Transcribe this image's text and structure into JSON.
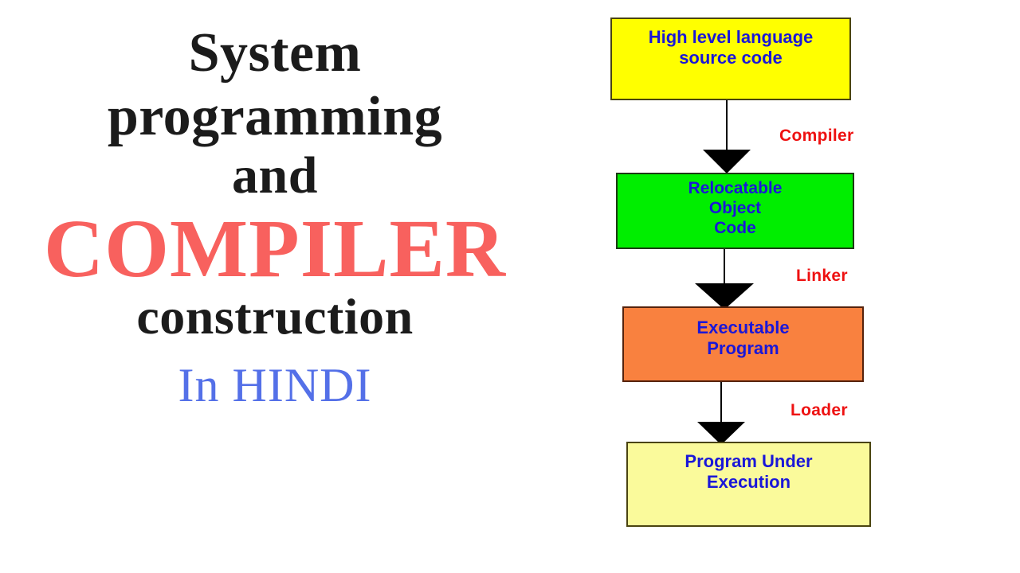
{
  "slide": {
    "background": "#ffffff",
    "title": {
      "line1": "System",
      "line2": "programming",
      "line3": "and",
      "highlight": "COMPILER",
      "line4": "construction",
      "language": "In HINDI",
      "highlight_color": "#f8615e",
      "language_color": "#5470e8",
      "text_color": "#1b1b1b"
    },
    "diagram": {
      "type": "flowchart",
      "box_text_color": "#1a17d8",
      "label_color": "#ee1111",
      "arrow_color": "#000000",
      "boxes": [
        {
          "id": "source-code",
          "lines": [
            "High level language",
            "source code"
          ],
          "fill": "#ffff00",
          "border": "#4a4410"
        },
        {
          "id": "relocatable-object-code",
          "lines": [
            "Relocatable",
            "Object",
            "Code"
          ],
          "fill": "#00ee00",
          "border": "#1d3a14"
        },
        {
          "id": "executable-program",
          "lines": [
            "Executable",
            "Program"
          ],
          "fill": "#f9813f",
          "border": "#55220c"
        },
        {
          "id": "program-under-execution",
          "lines": [
            "Program Under",
            "Execution"
          ],
          "fill": "#fafa9b",
          "border": "#4a4410"
        }
      ],
      "transitions": [
        {
          "id": "compiler",
          "label": "Compiler",
          "from": "source-code",
          "to": "relocatable-object-code"
        },
        {
          "id": "linker",
          "label": "Linker",
          "from": "relocatable-object-code",
          "to": "executable-program"
        },
        {
          "id": "loader",
          "label": "Loader",
          "from": "executable-program",
          "to": "program-under-execution"
        }
      ]
    }
  }
}
